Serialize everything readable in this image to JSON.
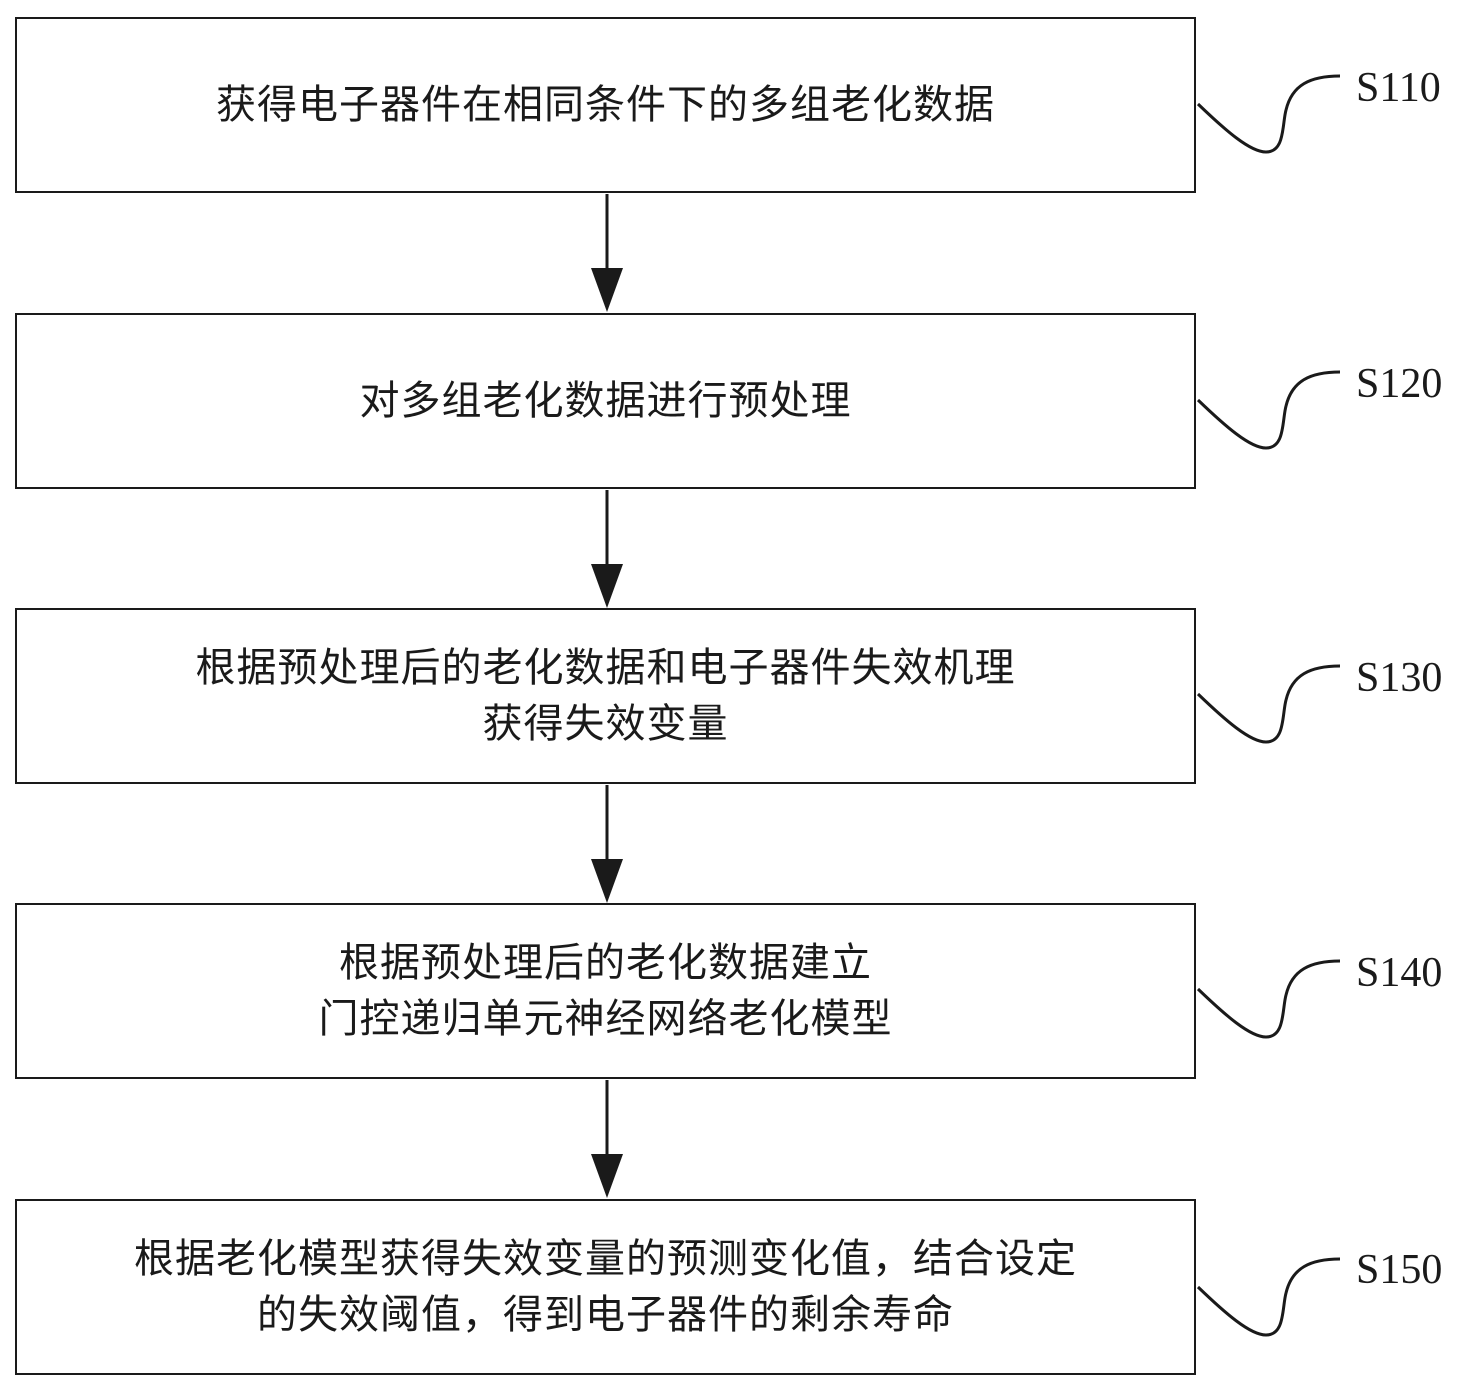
{
  "flowchart": {
    "steps": [
      {
        "id": "S110",
        "label": "S110",
        "lines": [
          "获得电子器件在相同条件下的多组老化数据"
        ]
      },
      {
        "id": "S120",
        "label": "S120",
        "lines": [
          "对多组老化数据进行预处理"
        ]
      },
      {
        "id": "S130",
        "label": "S130",
        "lines": [
          "根据预处理后的老化数据和电子器件失效机理",
          "获得失效变量"
        ]
      },
      {
        "id": "S140",
        "label": "S140",
        "lines": [
          "根据预处理后的老化数据建立",
          "门控递归单元神经网络老化模型"
        ]
      },
      {
        "id": "S150",
        "label": "S150",
        "lines": [
          "根据老化模型获得失效变量的预测变化值，结合设定",
          "的失效阈值，得到电子器件的剩余寿命"
        ]
      }
    ]
  },
  "colors": {
    "stroke": "#1a1a1a",
    "background": "#ffffff"
  }
}
